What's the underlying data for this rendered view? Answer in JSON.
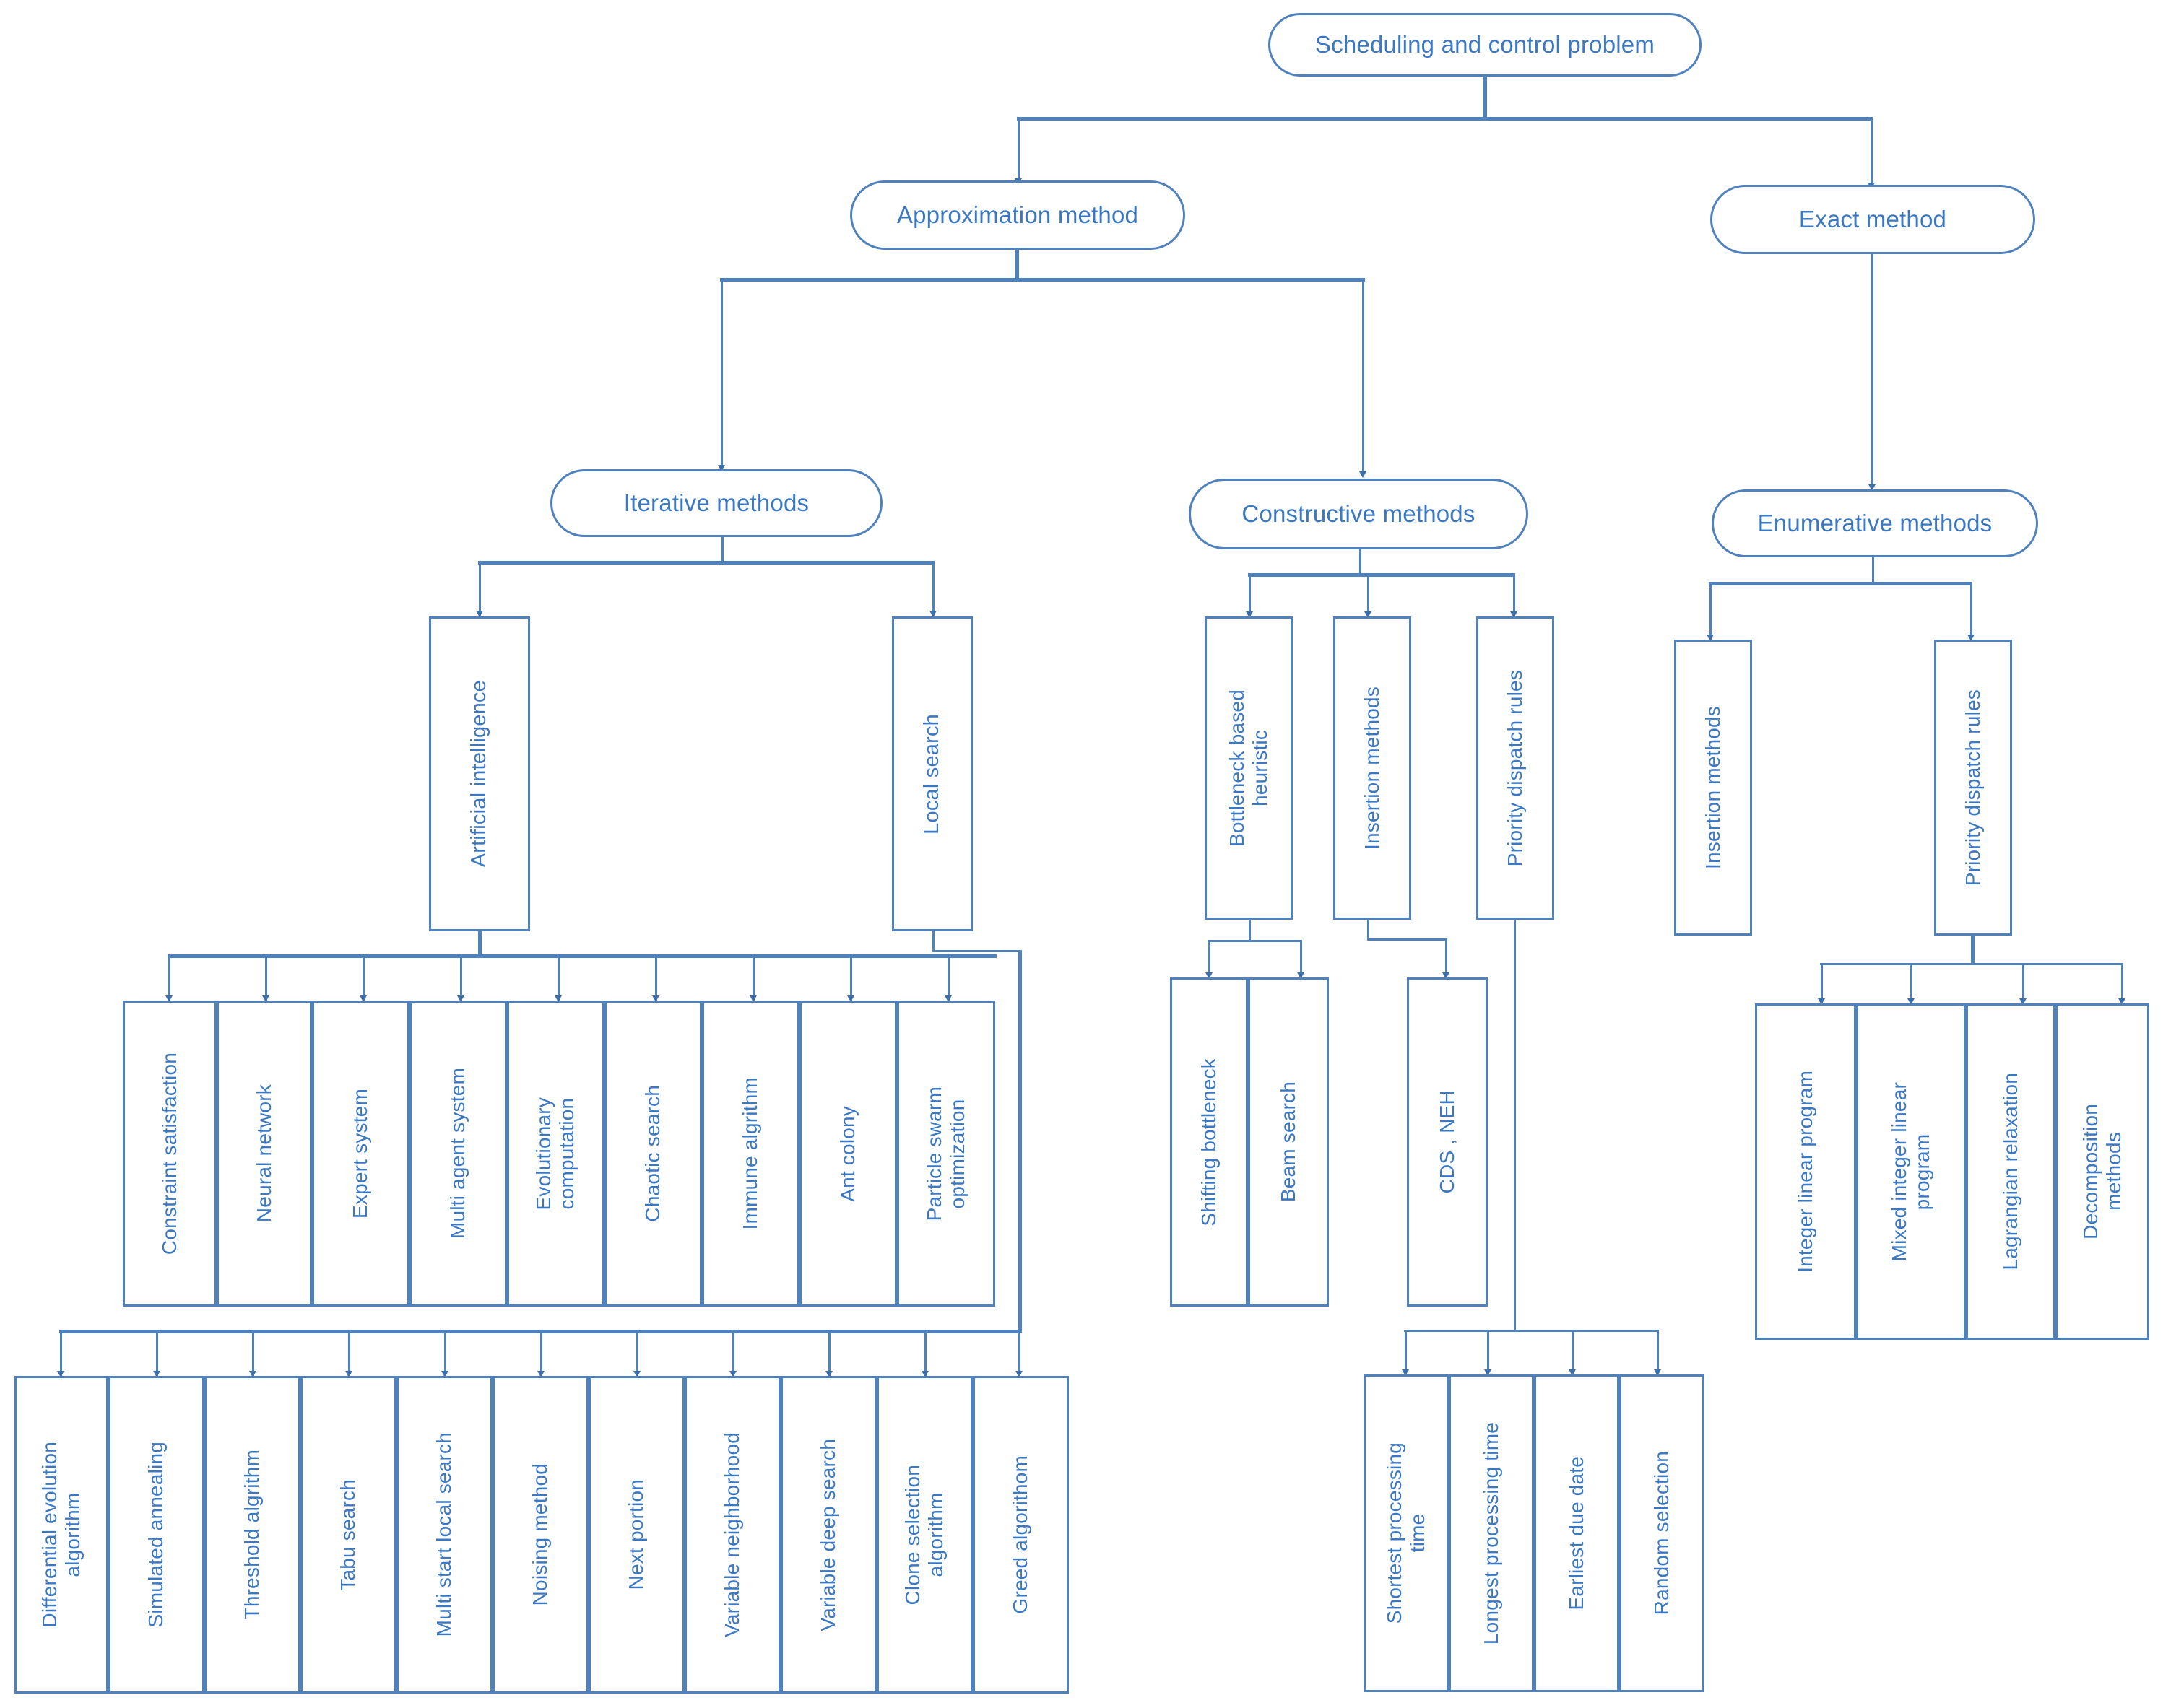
{
  "diagram": {
    "title": "Scheduling and control problem taxonomy",
    "accent_color": "#4f81bd",
    "text_color": "#3b78c3",
    "root": {
      "label": "Scheduling  and control problem"
    },
    "level1": [
      {
        "label": "Approximation method"
      },
      {
        "label": "Exact method"
      }
    ],
    "level2": [
      {
        "label": "Iterative methods"
      },
      {
        "label": "Constructive methods"
      },
      {
        "label": "Enumerative methods"
      }
    ],
    "iterative_children": [
      {
        "label": "Artificial intelligence"
      },
      {
        "label": "Local search"
      }
    ],
    "constructive_children": [
      {
        "label": "Bottleneck based\nheuristic"
      },
      {
        "label": "Insertion methods"
      },
      {
        "label": "Priority dispatch rules"
      }
    ],
    "enumerative_children": [
      {
        "label": "Insertion methods"
      },
      {
        "label": "Priority dispatch rules"
      }
    ],
    "ai_children": [
      {
        "label": "Constraint satisfaction"
      },
      {
        "label": "Neural network"
      },
      {
        "label": "Expert system"
      },
      {
        "label": "Multi agent system"
      },
      {
        "label": "Evolutionary\ncomputation"
      },
      {
        "label": "Chaotic search"
      },
      {
        "label": "Immune algrithm"
      },
      {
        "label": "Ant colony"
      },
      {
        "label": "Particle swarm\noptimization"
      }
    ],
    "local_search_children": [
      {
        "label": "Differential evolution\nalgorithm"
      },
      {
        "label": "Simulated annealing"
      },
      {
        "label": "Threshold algrithm"
      },
      {
        "label": "Tabu search"
      },
      {
        "label": "Multi start local search"
      },
      {
        "label": "Noising method"
      },
      {
        "label": "Next portion"
      },
      {
        "label": "Variable neighborhood"
      },
      {
        "label": "Variable deep search"
      },
      {
        "label": "Clone selection\nalgorithm"
      },
      {
        "label": "Greed algorithom"
      }
    ],
    "bottleneck_children": [
      {
        "label": "Shifting bottleneck"
      },
      {
        "label": "Beam search"
      }
    ],
    "insertion_children": [
      {
        "label": "CDS , NEH"
      }
    ],
    "priority_children": [
      {
        "label": "Shortest processing\ntime"
      },
      {
        "label": "Longest processing time"
      },
      {
        "label": "Earliest due date"
      },
      {
        "label": "Random selection"
      }
    ],
    "exact_priority_children": [
      {
        "label": "Integer linear program"
      },
      {
        "label": "Mixed integer linear\nprogram"
      },
      {
        "label": "Lagrangian relaxation"
      },
      {
        "label": "Decomposition\nmethods"
      }
    ]
  }
}
